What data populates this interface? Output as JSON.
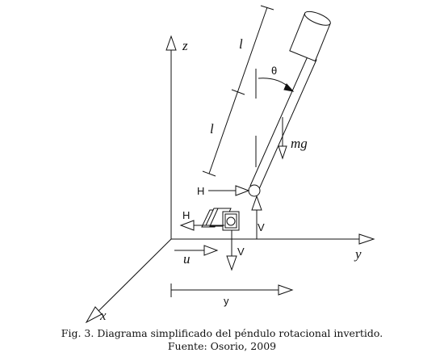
{
  "diagram": {
    "axis_z": "z",
    "axis_y": "y",
    "axis_x": "x",
    "label_l_upper": "l",
    "label_l_lower": "l",
    "label_theta": "θ",
    "label_mg": "mg",
    "label_H_pivot": "H",
    "label_H_cart": "H",
    "label_V_pivot": "V",
    "label_V_cart": "V",
    "label_u": "u",
    "label_y_disp": "y"
  },
  "caption": {
    "line1": "Fig. 3. Diagrama simplificado del péndulo rotacional invertido.",
    "line2": "Fuente: Osorio, 2009"
  }
}
